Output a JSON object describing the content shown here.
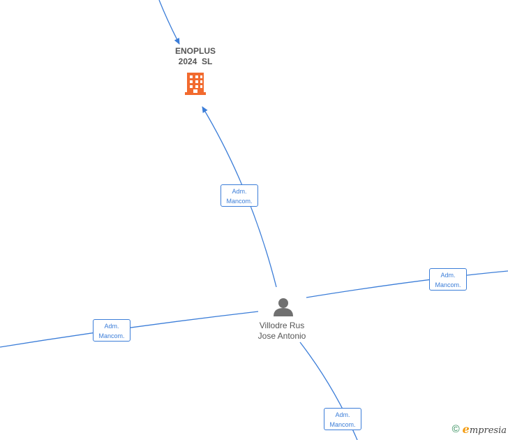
{
  "colors": {
    "edge": "#3b7dd8",
    "company_icon": "#f26a2e",
    "person_icon": "#707070",
    "text": "#555555"
  },
  "company": {
    "name_line1": "ENOPLUS",
    "name_line2": "2024  SL",
    "icon": "building-icon"
  },
  "person": {
    "name_line1": "Villodre Rus",
    "name_line2": "Jose Antonio",
    "icon": "person-icon"
  },
  "relations": [
    {
      "line1": "Adm.",
      "line2": "Mancom."
    },
    {
      "line1": "Adm.",
      "line2": "Mancom."
    },
    {
      "line1": "Adm.",
      "line2": "Mancom."
    },
    {
      "line1": "Adm.",
      "line2": "Mancom."
    }
  ],
  "footer": {
    "copyright_symbol": "©",
    "brand_initial": "e",
    "brand_rest": "mpresia"
  }
}
